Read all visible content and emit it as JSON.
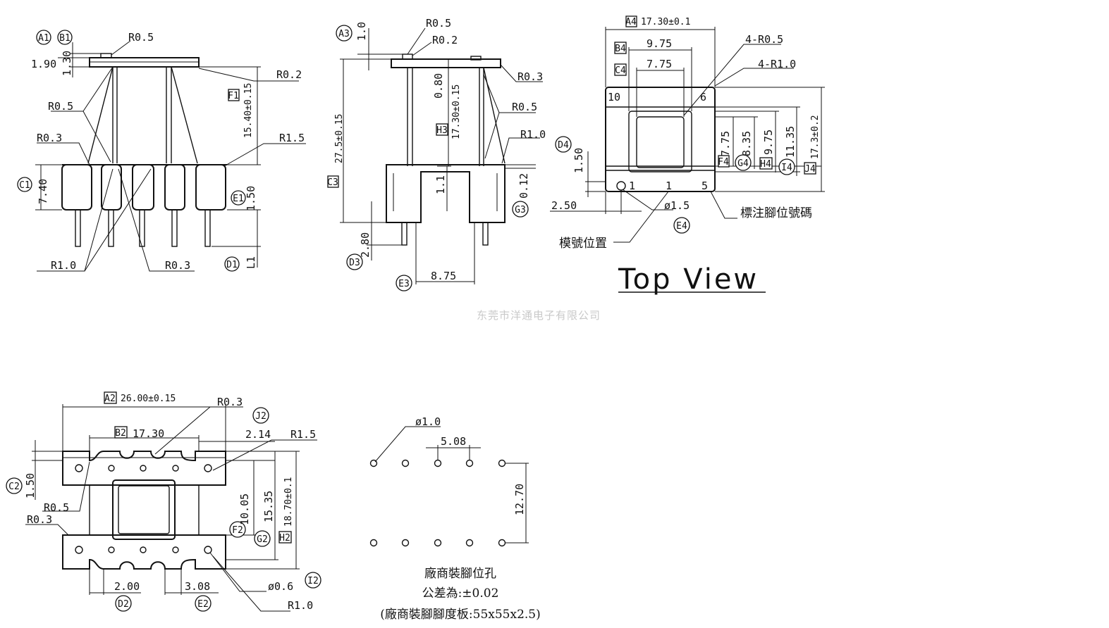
{
  "watermark": "东莞市洋通电子有限公司",
  "front_view": {
    "tags": {
      "a1": "A1",
      "b1": "B1",
      "c1": "C1",
      "e1": "E1",
      "f1": "F1",
      "d1": "D1"
    },
    "dims": {
      "d190": "1.90",
      "d130": "1.30",
      "r05_top": "R0.5",
      "r02": "R0.2",
      "f1": "15.40±0.15",
      "r05_side": "R0.5",
      "r03_left": "R0.3",
      "r15": "R1.5",
      "c1": "7.40",
      "e1": "1.50",
      "r10": "R1.0",
      "r03_bot": "R0.3",
      "d1": "L1"
    }
  },
  "side_view": {
    "tags": {
      "a3": "A3",
      "c3": "C3",
      "h3": "H3",
      "g3": "G3",
      "d3": "D3",
      "e3": "E3"
    },
    "dims": {
      "a3": "1.0",
      "r05_top": "R0.5",
      "r02": "R0.2",
      "r03": "R0.3",
      "d080": "0.80",
      "h3": "17.30±0.15",
      "c3": "27.5±0.15",
      "r05": "R0.5",
      "r10": "R1.0",
      "d11": "1.1",
      "g3": "0.12",
      "d3": "2.80",
      "e3": "8.75"
    }
  },
  "top_view": {
    "title": "Top View",
    "tags": {
      "a4": "A4",
      "b4": "B4",
      "c4": "C4",
      "d4": "D4",
      "e4": "E4",
      "f4": "F4",
      "g4": "G4",
      "h4": "H4",
      "i4": "I4",
      "j4": "J4"
    },
    "dims": {
      "a4": "17.30±0.1",
      "b4": "9.75",
      "c4": "7.75",
      "r05": "4-R0.5",
      "r10": "4-R1.0",
      "d4": "1.50",
      "d250": "2.50",
      "e4": "ø1.5",
      "f4": "7.75",
      "g4": "8.35",
      "h4": "9.75",
      "i4": "11.35",
      "j4": "17.3±0.2"
    },
    "pins": {
      "p10": "10",
      "p6": "6",
      "p1a": "1",
      "p1b": "1",
      "p5": "5"
    },
    "notes": {
      "model_pos": "模號位置",
      "pin_label": "標注腳位號碼"
    }
  },
  "bottom_view": {
    "tags": {
      "a2": "A2",
      "b2": "B2",
      "c2": "C2",
      "d2": "D2",
      "e2": "E2",
      "f2": "F2",
      "g2": "G2",
      "h2": "H2",
      "i2": "I2",
      "j2": "J2"
    },
    "dims": {
      "a2": "26.00±0.15",
      "r03_top": "R0.3",
      "b2": "17.30",
      "j2": "2.14",
      "r15": "R1.5",
      "c2": "1.50",
      "r05": "R0.5",
      "r03_left": "R0.3",
      "f2": "10.05",
      "g2": "15.35",
      "h2": "18.70±0.1",
      "i2": "ø0.6",
      "d2": "2.00",
      "e2": "3.08",
      "r10": "R1.0"
    }
  },
  "pcb_layout": {
    "dims": {
      "hole": "ø1.0",
      "pitch": "5.08",
      "row": "12.70"
    },
    "notes": {
      "line1": "廠商裝腳位孔",
      "line2": "公差為:±0.02",
      "line3": "(廠商裝腳腳度板:55x55x2.5)"
    }
  }
}
